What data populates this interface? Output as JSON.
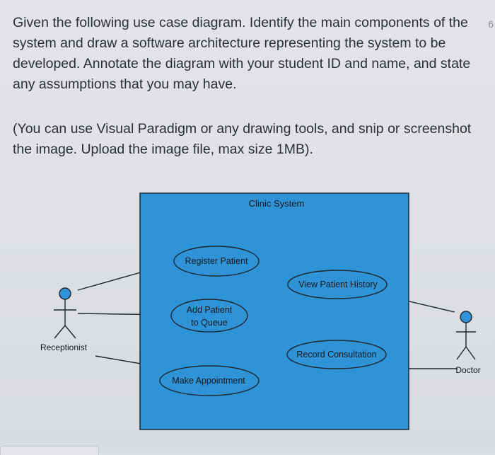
{
  "question": {
    "text": "Given the following use case diagram. Identify the main components of the system and draw a software architecture representing the system to be developed. Annotate the diagram with your student ID and name, and state any assumptions that you may have.",
    "note": "(You can use Visual Paradigm or any drawing tools, and snip or screenshot the image. Upload the image file, max size 1MB)."
  },
  "diagram": {
    "system_name": "Clinic System",
    "colors": {
      "system_fill": "#2f93d8",
      "system_border": "#1d2a36",
      "usecase_fill": "#2f93d8",
      "line": "#1e262e"
    },
    "actors": [
      {
        "name": "Receptionist"
      },
      {
        "name": "Doctor"
      }
    ],
    "use_cases": [
      {
        "label": "Register Patient"
      },
      {
        "label": "Add Patient to Queue",
        "line1": "Add Patient",
        "line2": "to Queue"
      },
      {
        "label": "Make Appointment"
      },
      {
        "label": "View Patient History"
      },
      {
        "label": "Record Consultation"
      }
    ],
    "associations": [
      {
        "actor": "Receptionist",
        "use_case": "Register Patient"
      },
      {
        "actor": "Receptionist",
        "use_case": "Add Patient to Queue"
      },
      {
        "actor": "Receptionist",
        "use_case": "Make Appointment"
      },
      {
        "actor": "Doctor",
        "use_case": "View Patient History"
      },
      {
        "actor": "Doctor",
        "use_case": "Record Consultation"
      }
    ]
  }
}
